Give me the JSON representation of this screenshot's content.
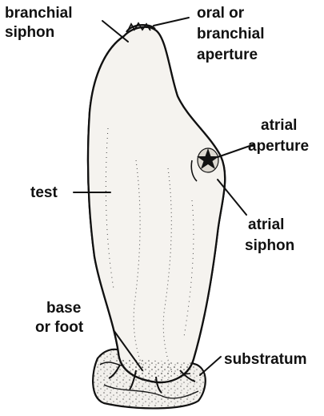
{
  "labels": {
    "branchial_siphon": [
      "branchial",
      "siphon"
    ],
    "oral_aperture": [
      "oral or",
      "branchial",
      "aperture"
    ],
    "atrial_aperture": [
      "atrial",
      "aperture"
    ],
    "test": [
      "test"
    ],
    "atrial_siphon": [
      "atrial",
      "siphon"
    ],
    "base": [
      "base",
      "or foot"
    ],
    "substratum": [
      "substratum"
    ]
  },
  "colors": {
    "ink": "#111111",
    "body_fill": "#f4f2ee",
    "stipple": "#2a2a2a"
  }
}
